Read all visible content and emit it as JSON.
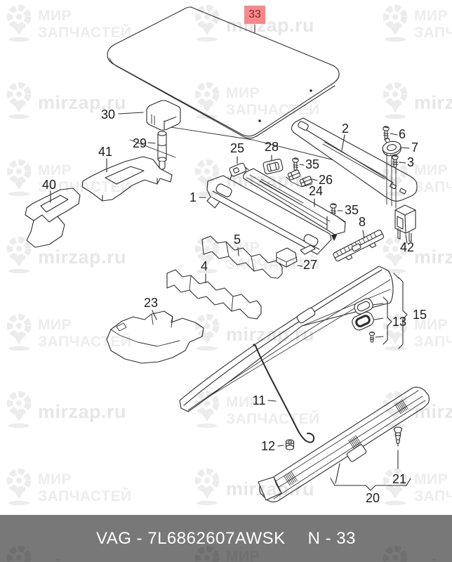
{
  "watermark": {
    "brand_line1": "МИР",
    "brand_line2": "ЗАПЧАСТЕЙ",
    "site": "mirzap.ru",
    "logo_color": "#ececec"
  },
  "highlight": {
    "label": "33",
    "bg": "#f5898c",
    "fg": "#8b2323"
  },
  "footer": {
    "part_code": "VAG - 7L6862607AWSK",
    "page_ref": "N - 33",
    "bar_color": "#787878"
  },
  "diagram": {
    "line_color": "#2b2b2b",
    "callouts": {
      "c1": "1",
      "c2": "2",
      "c3": "3",
      "c4": "4",
      "c5": "5",
      "c6": "6",
      "c7": "7",
      "c8": "8",
      "c11": "11",
      "c12": "12",
      "c13": "13",
      "c15": "15",
      "c20": "20",
      "c21": "21",
      "c23": "23",
      "c24": "24",
      "c25": "25",
      "c26": "26",
      "c27": "27",
      "c28": "28",
      "c29": "29",
      "c30": "30",
      "c35a": "35",
      "c35b": "35",
      "c40": "40",
      "c41": "41",
      "c42": "42"
    }
  }
}
